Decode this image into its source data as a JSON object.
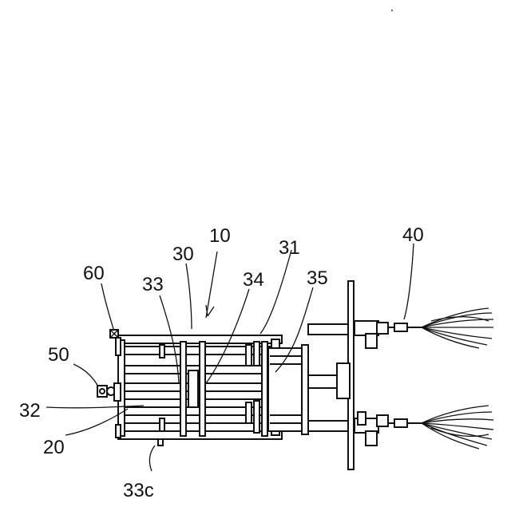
{
  "figure": {
    "labels": {
      "l10": "10",
      "l20": "20",
      "l30": "30",
      "l31": "31",
      "l32": "32",
      "l33": "33",
      "l33c": "33c",
      "l34": "34",
      "l35": "35",
      "l40": "40",
      "l50": "50",
      "l60": "60"
    }
  }
}
